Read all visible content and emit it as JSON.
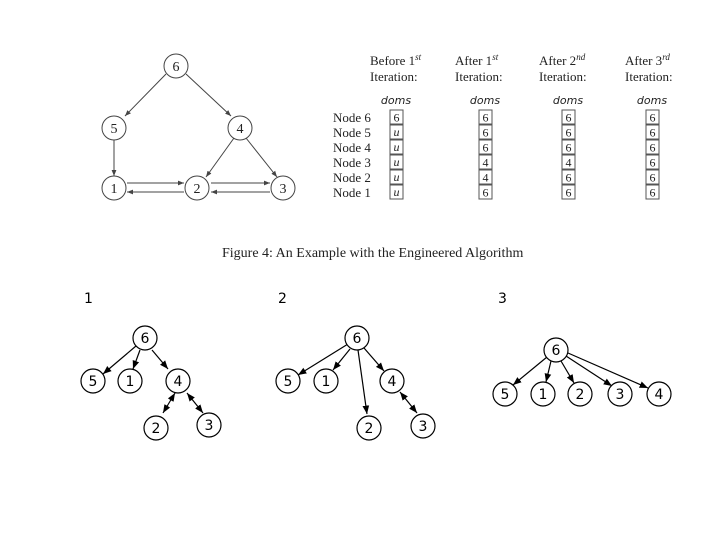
{
  "graph": {
    "nodes": [
      "6",
      "5",
      "4",
      "1",
      "2",
      "3"
    ]
  },
  "table": {
    "columns": [
      {
        "line1": "Before 1",
        "sup": "st",
        "line2": "Iteration:"
      },
      {
        "line1": "After 1",
        "sup": "st",
        "line2": "Iteration:"
      },
      {
        "line1": "After 2",
        "sup": "nd",
        "line2": "Iteration:"
      },
      {
        "line1": "After 3",
        "sup": "rd",
        "line2": "Iteration:"
      }
    ],
    "sub_header": "doms",
    "rows": [
      {
        "label": "Node 6",
        "values": [
          "6",
          "6",
          "6",
          "6"
        ]
      },
      {
        "label": "Node 5",
        "values": [
          "u",
          "6",
          "6",
          "6"
        ]
      },
      {
        "label": "Node 4",
        "values": [
          "u",
          "6",
          "6",
          "6"
        ]
      },
      {
        "label": "Node 3",
        "values": [
          "u",
          "4",
          "4",
          "6"
        ]
      },
      {
        "label": "Node 2",
        "values": [
          "u",
          "4",
          "6",
          "6"
        ]
      },
      {
        "label": "Node 1",
        "values": [
          "u",
          "6",
          "6",
          "6"
        ]
      }
    ]
  },
  "caption": "Figure 4: An Example with the Engineered Algorithm",
  "trees": [
    {
      "label": "1",
      "nodes": [
        "6",
        "5",
        "1",
        "4",
        "2",
        "3"
      ]
    },
    {
      "label": "2",
      "nodes": [
        "6",
        "5",
        "1",
        "4",
        "2",
        "3"
      ]
    },
    {
      "label": "3",
      "nodes": [
        "6",
        "5",
        "1",
        "2",
        "3",
        "4"
      ]
    }
  ]
}
